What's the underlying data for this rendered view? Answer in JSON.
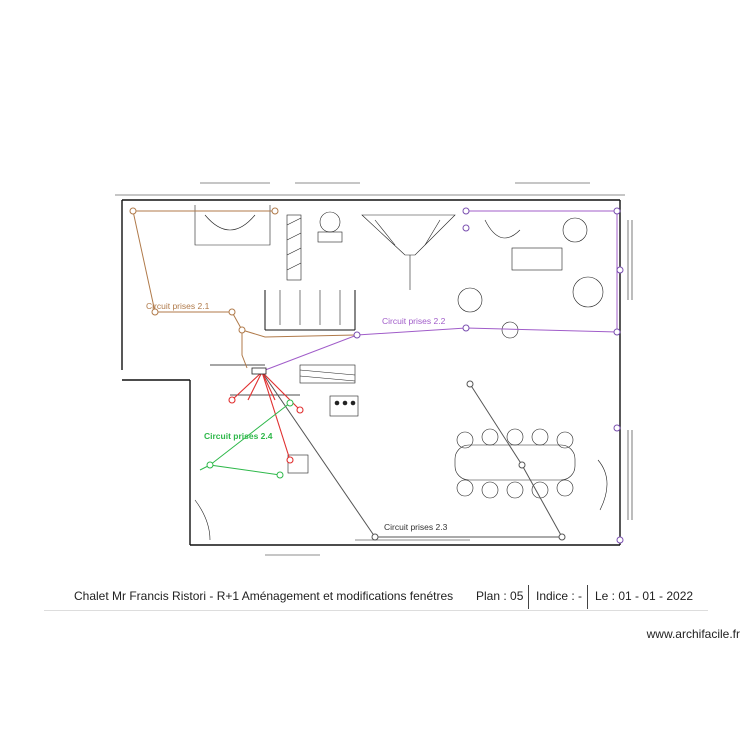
{
  "plan": {
    "circuits": [
      {
        "label": "Circuit prises 2.1",
        "color": "#b07a4a"
      },
      {
        "label": "Circuit prises 2.2",
        "color": "#a05cc9"
      },
      {
        "label": "Circuit prises 2.3",
        "color": "#444444"
      },
      {
        "label": "Circuit prises 2.4",
        "color": "#2eb84a"
      },
      {
        "color": "#e03030"
      }
    ]
  },
  "title_block": {
    "project": "Chalet Mr Francis Ristori - R+1 Aménagement et modifications fenétres",
    "plan": "Plan : 05",
    "indice": "Indice : -",
    "date": "Le : 01 - 01 - 2022"
  },
  "footer": {
    "site": "www.archifacile.fr"
  }
}
